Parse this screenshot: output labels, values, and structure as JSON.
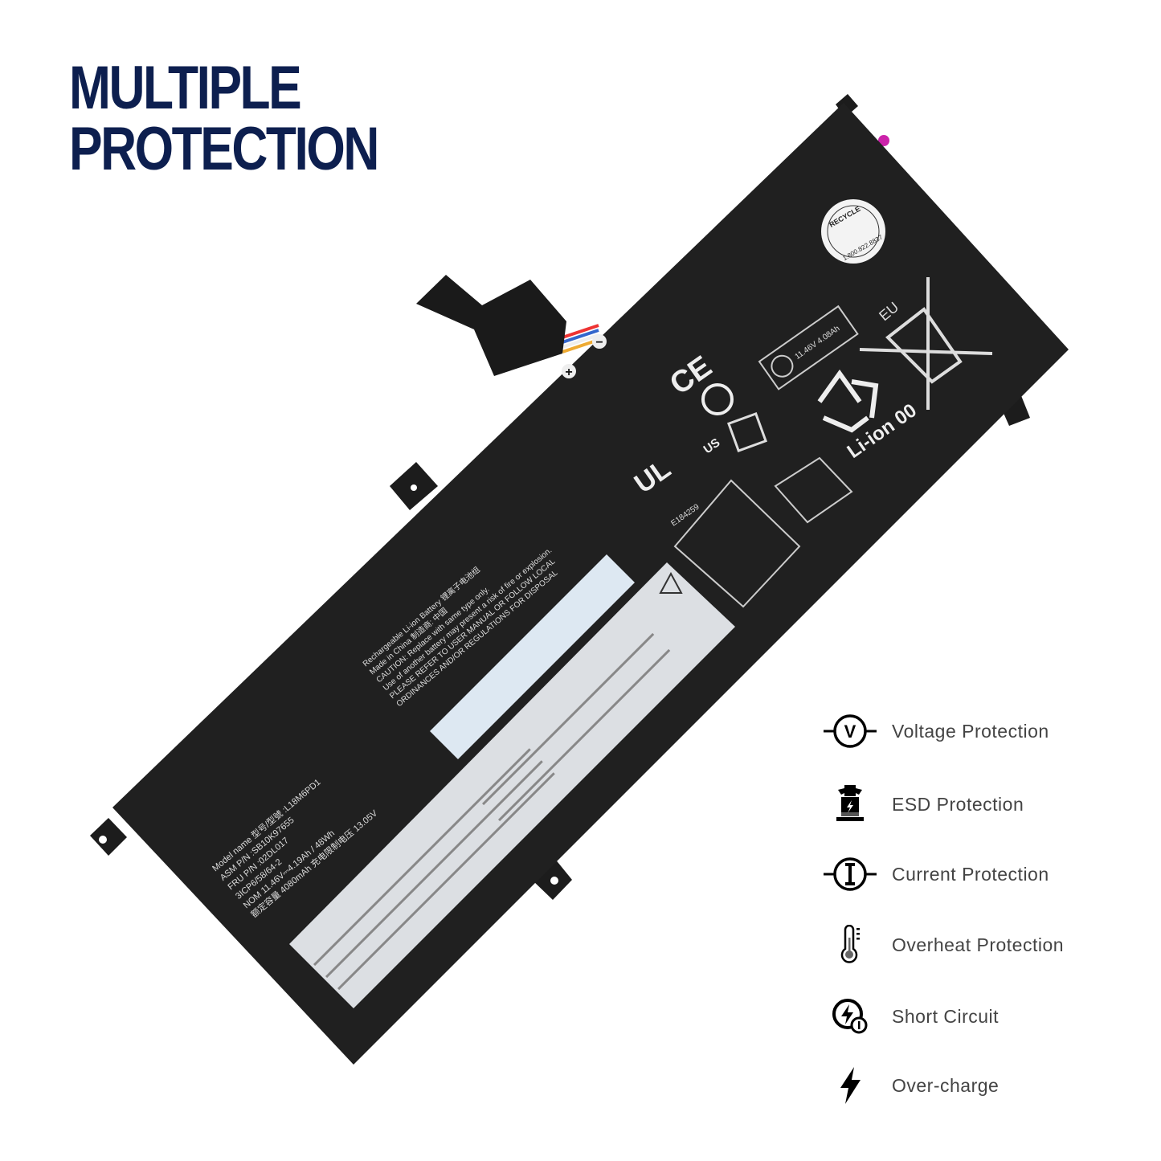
{
  "title": {
    "line1": "MULTIPLE",
    "line2": "PROTECTION"
  },
  "features": [
    {
      "icon": "voltage-icon",
      "label": "Voltage Protection"
    },
    {
      "icon": "esd-icon",
      "label": "ESD Protection"
    },
    {
      "icon": "current-icon",
      "label": "Current Protection"
    },
    {
      "icon": "thermometer-icon",
      "label": "Overheat Protection"
    },
    {
      "icon": "short-circuit-icon",
      "label": "Short Circuit"
    },
    {
      "icon": "lightning-icon",
      "label": "Over-charge"
    }
  ],
  "battery": {
    "label_lines": [
      "Model name 型号/型號  :L18M6PD1",
      "ASM P/N               :SB10K97655",
      "FRU P/N               :02DL017",
      "3ICP6/58/64-2",
      "NOM 11.46V⎓4.19Ah / 48Wh",
      "额定容量 4080mAh 充电限制电压 13.05V"
    ],
    "warning_lines": [
      "Rechargeable Li-ion Battery 锂离子电池组",
      "Made in China 制造商: 中国",
      "CAUTION: Replace with same type only.",
      "Use of another battery may present a risk of fire or explosion.",
      "PLEASE REFER TO USER MANUAL OR FOLLOW LOCAL",
      "ORDINANCES AND/OR REGULATIONS FOR DISPOSAL"
    ],
    "recycle": "RECYCLE",
    "recycle_phone": "1.800.822.8837",
    "ce": "CE",
    "ul_code": "E184259",
    "ul_us": "US",
    "eu": "EU",
    "liion": "Li-ion 00",
    "ps_rating": "11.46V 4.08Ah",
    "terminal_minus": "−",
    "terminal_plus": "+"
  }
}
